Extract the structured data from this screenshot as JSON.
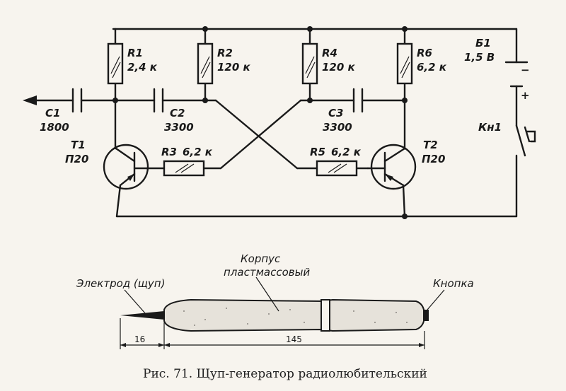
{
  "colors": {
    "ink": "#1a1a1a",
    "paper": "#f7f4ee",
    "body_fill": "#e6e2da"
  },
  "schematic": {
    "r1": {
      "name": "R1",
      "value": "2,4 к"
    },
    "r2": {
      "name": "R2",
      "value": "120 к"
    },
    "r4": {
      "name": "R4",
      "value": "120 к"
    },
    "r6": {
      "name": "R6",
      "value": "6,2 к"
    },
    "r3": {
      "name": "R3",
      "value": "6,2 к"
    },
    "r5": {
      "name": "R5",
      "value": "6,2 к"
    },
    "c1": {
      "name": "C1",
      "value": "1800"
    },
    "c2": {
      "name": "C2",
      "value": "3300"
    },
    "c3": {
      "name": "C3",
      "value": "3300"
    },
    "t1": {
      "name": "T1",
      "type": "П20"
    },
    "t2": {
      "name": "T2",
      "type": "П20"
    },
    "battery": {
      "name": "Б1",
      "voltage": "1,5 В",
      "minus": "−",
      "plus": "+"
    },
    "switch": {
      "name": "Кн1"
    }
  },
  "probe": {
    "electrode_label": "Электрод (щуп)",
    "body_label_line1": "Корпус",
    "body_label_line2": "пластмассовый",
    "button_label": "Кнопка",
    "dim_tip": "16",
    "dim_body": "145"
  },
  "caption": "Рис. 71. Щуп-генератор радиолюбительский"
}
